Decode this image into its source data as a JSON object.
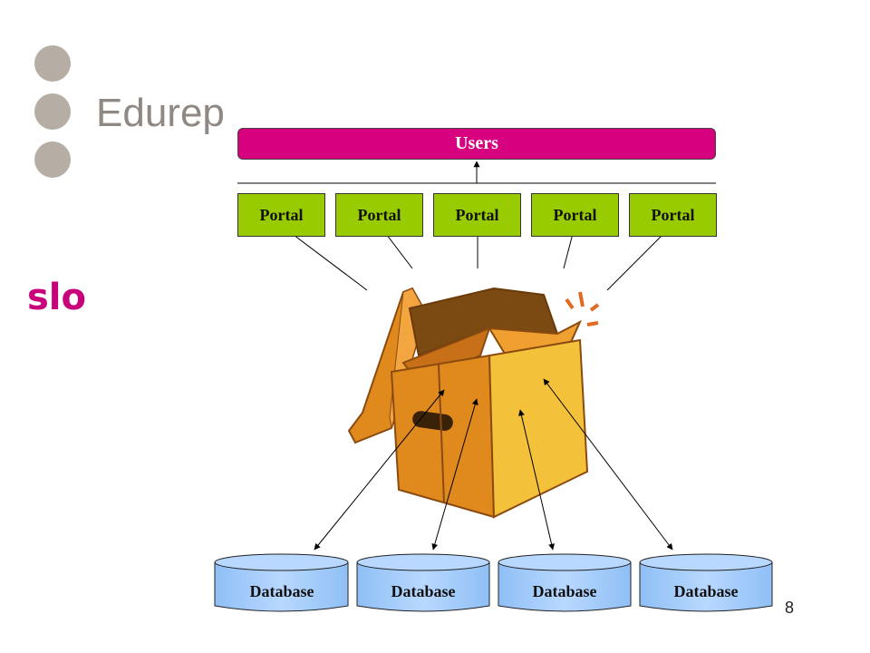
{
  "slide": {
    "title": "Edurep",
    "logo_text": "slo",
    "page_number": "8"
  },
  "diagram": {
    "top_node": "Users",
    "portals": [
      "Portal",
      "Portal",
      "Portal",
      "Portal",
      "Portal"
    ],
    "databases": [
      "Database",
      "Database",
      "Database",
      "Database"
    ],
    "center_image": "open cardboard box",
    "colors": {
      "users": "#d7007f",
      "portal": "#99cc00",
      "database": "#99ccff",
      "dots": "#b6aea4",
      "logo": "#c8007a"
    }
  }
}
